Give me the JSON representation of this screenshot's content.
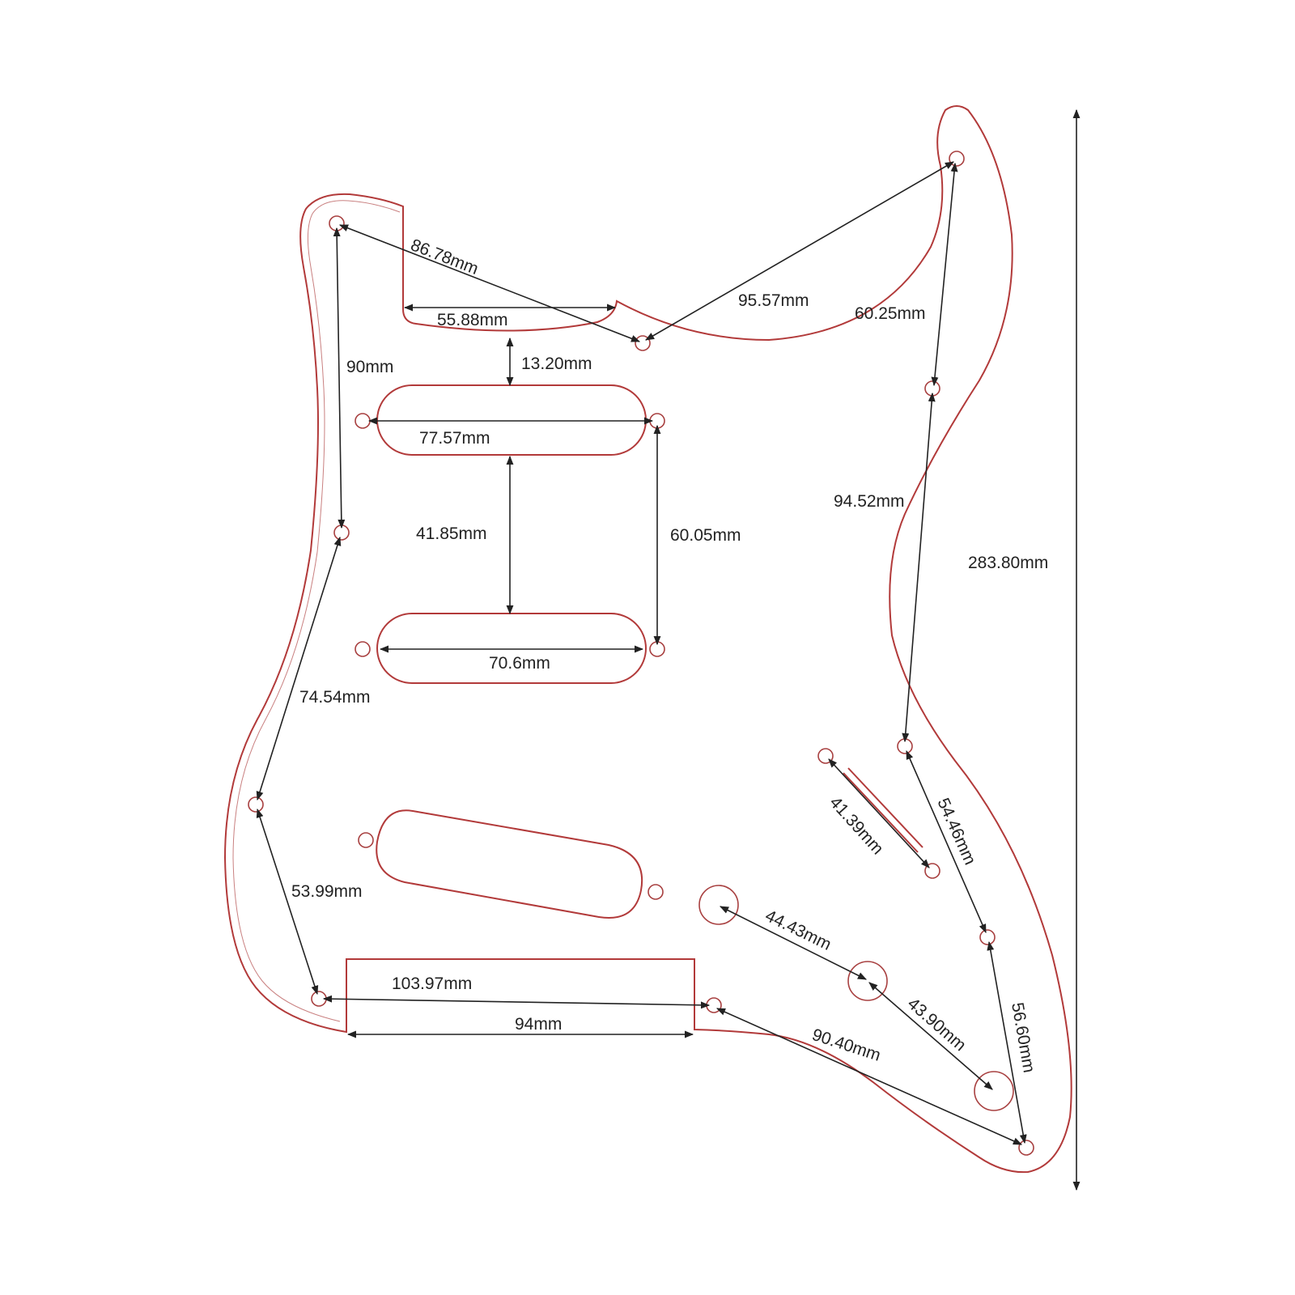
{
  "labels": {
    "d1": "86.78mm",
    "d2": "95.57mm",
    "d3": "55.88mm",
    "d4": "60.25mm",
    "d5": "13.20mm",
    "d6": "90mm",
    "d7": "77.57mm",
    "d8": "94.52mm",
    "d9": "41.85mm",
    "d10": "60.05mm",
    "d11": "283.80mm",
    "d12": "70.6mm",
    "d13": "74.54mm",
    "d14": "41.39mm",
    "d15": "54.46mm",
    "d16": "53.99mm",
    "d17": "44.43mm",
    "d18": "103.97mm",
    "d19": "43.90mm",
    "d20": "56.60mm",
    "d21": "94mm",
    "d22": "90.40mm"
  },
  "colors": {
    "outline": "#b23a3a",
    "dimension": "#222222",
    "background": "#ffffff"
  }
}
